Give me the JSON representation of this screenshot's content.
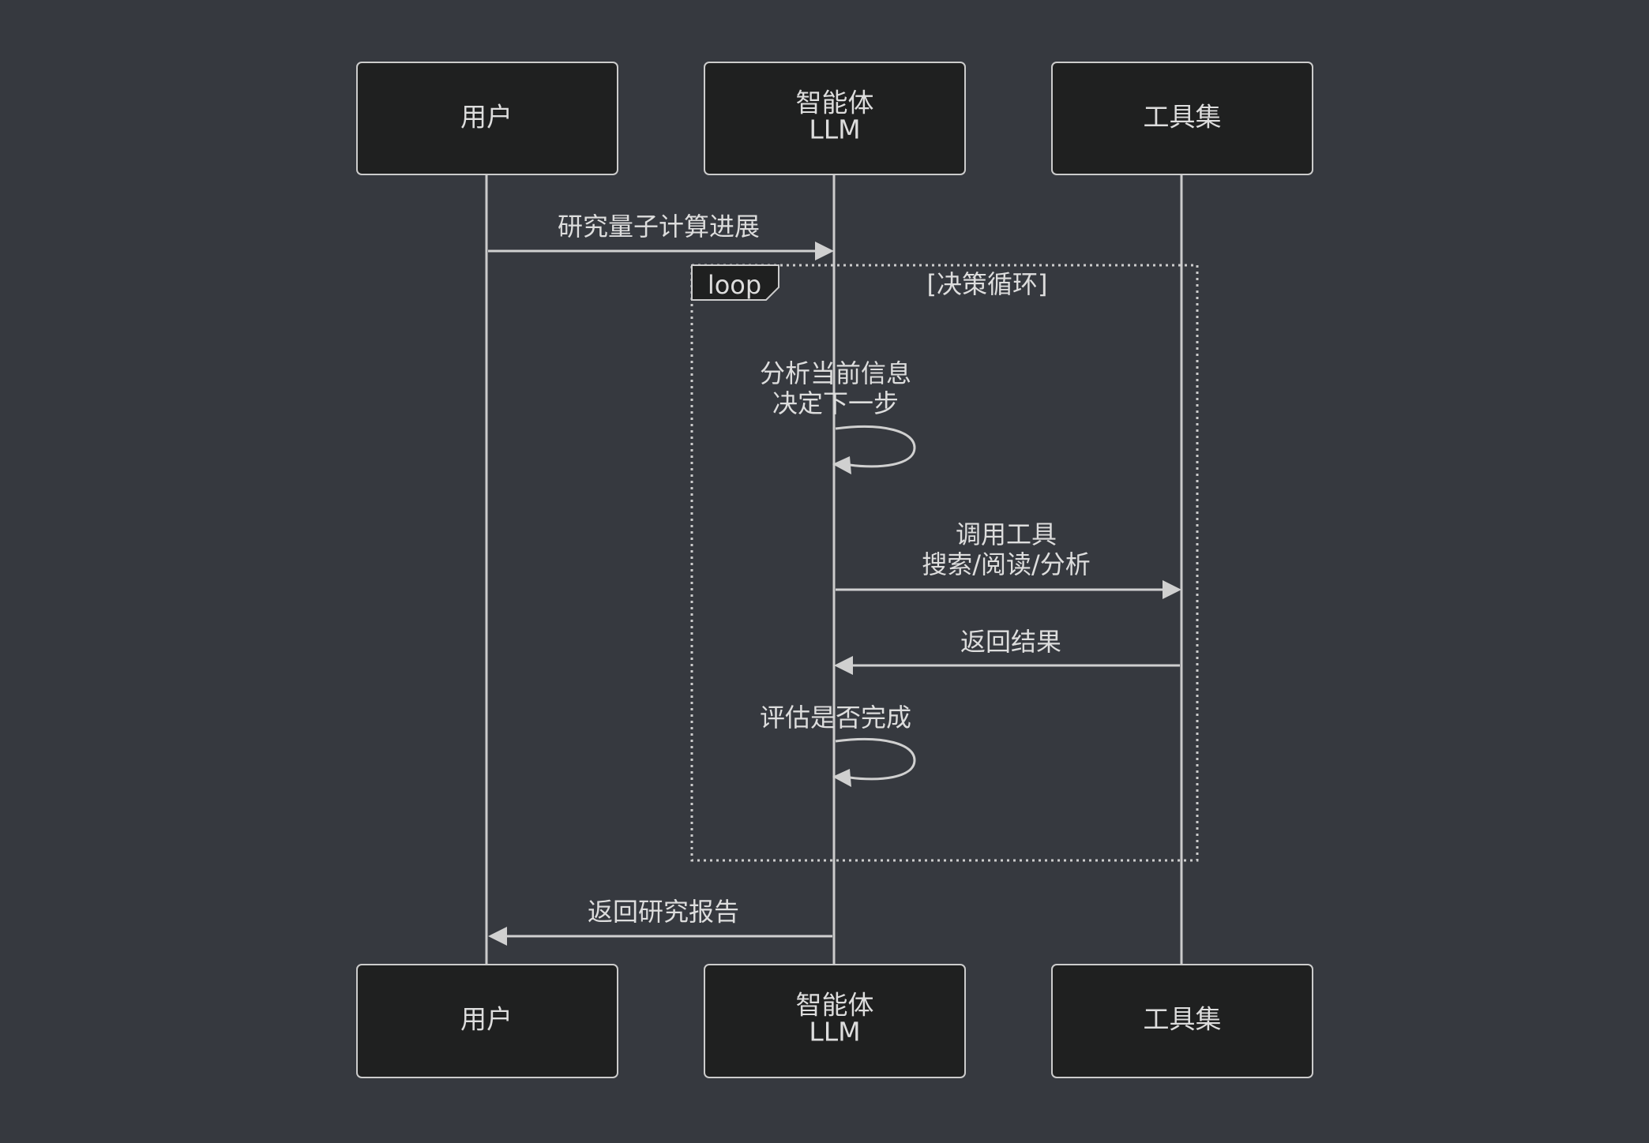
{
  "diagram": {
    "type": "sequence",
    "colors": {
      "background": "#36393f",
      "actor_fill": "#1f2020",
      "line": "#cccccc",
      "text": "#dddddd"
    },
    "actors": [
      {
        "id": "user",
        "lines": [
          "用户"
        ]
      },
      {
        "id": "agent",
        "lines": [
          "智能体",
          "LLM"
        ]
      },
      {
        "id": "tools",
        "lines": [
          "工具集"
        ]
      }
    ],
    "messages": [
      {
        "from": "user",
        "to": "agent",
        "lines": [
          "研究量子计算进展"
        ]
      },
      {
        "from": "agent",
        "to": "agent",
        "lines": [
          "分析当前信息",
          "决定下一步"
        ]
      },
      {
        "from": "agent",
        "to": "tools",
        "lines": [
          "调用工具",
          "搜索/阅读/分析"
        ]
      },
      {
        "from": "tools",
        "to": "agent",
        "lines": [
          "返回结果"
        ]
      },
      {
        "from": "agent",
        "to": "agent",
        "lines": [
          "评估是否完成"
        ]
      },
      {
        "from": "agent",
        "to": "user",
        "lines": [
          "返回研究报告"
        ]
      }
    ],
    "loop": {
      "label": "loop",
      "condition": "[决策循环]",
      "covers_messages": [
        1,
        2,
        3,
        4
      ]
    }
  }
}
